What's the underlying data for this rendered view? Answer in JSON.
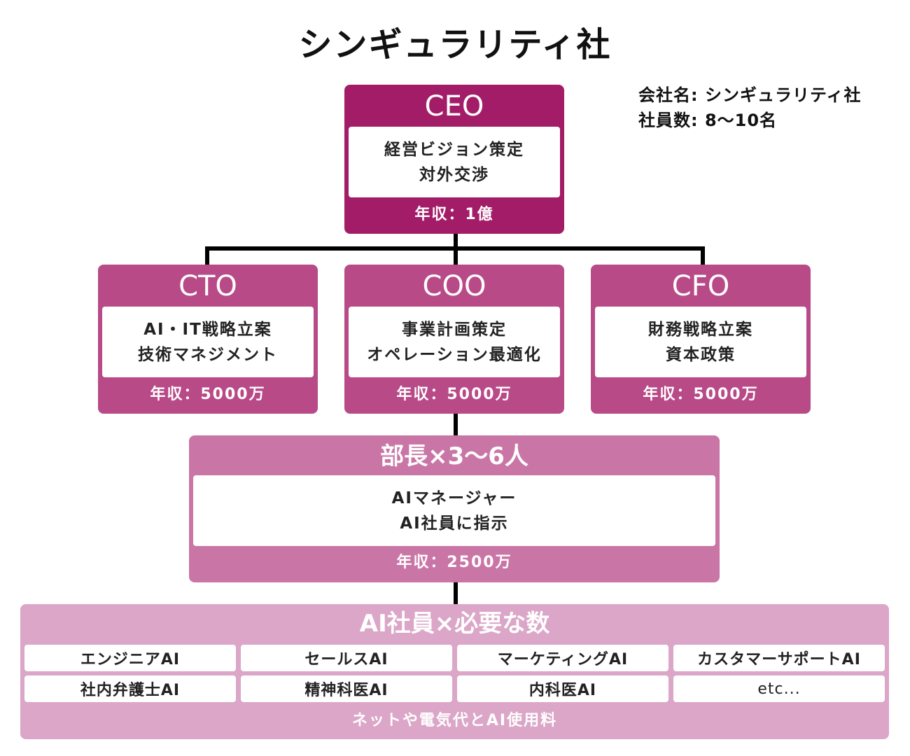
{
  "title": "シンギュラリティ社",
  "company_info": {
    "name_line": "会社名: シンギュラリティ社",
    "employees_line": "社員数: 8〜10名"
  },
  "ceo": {
    "title": "CEO",
    "duties": [
      "経営ビジョン策定",
      "対外交渉"
    ],
    "salary": "年収：1億"
  },
  "cto": {
    "title": "CTO",
    "duties": [
      "AI・IT戦略立案",
      "技術マネジメント"
    ],
    "salary": "年収：5000万"
  },
  "coo": {
    "title": "COO",
    "duties": [
      "事業計画策定",
      "オペレーション最適化"
    ],
    "salary": "年収：5000万"
  },
  "cfo": {
    "title": "CFO",
    "duties": [
      "財務戦略立案",
      "資本政策"
    ],
    "salary": "年収：5000万"
  },
  "manager": {
    "title": "部長×3〜6人",
    "duties": [
      "AIマネージャー",
      "AI社員に指示"
    ],
    "salary": "年収：2500万"
  },
  "ai_staff": {
    "title": "AI社員×必要な数",
    "roles": [
      "エンジニアAI",
      "セールスAI",
      "マーケティングAI",
      "カスタマーサポートAI",
      "社内弁護士AI",
      "精神科医AI",
      "内科医AI",
      "etc..."
    ],
    "cost": "ネットや電気代とAI使用料"
  },
  "colors": {
    "ceo": "#a31c68",
    "c_level": "#b84a87",
    "manager": "#c976a6",
    "ai_staff": "#dba6c7"
  }
}
